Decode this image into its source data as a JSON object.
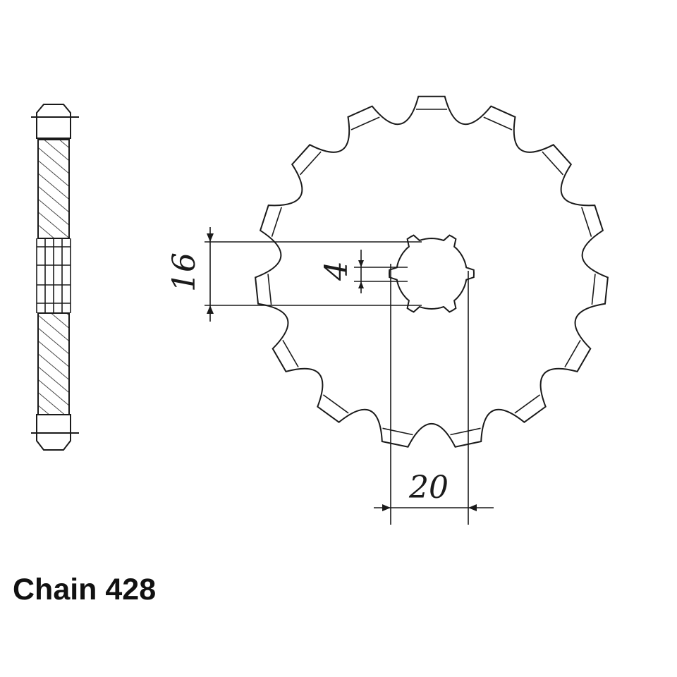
{
  "title": "Chain 428",
  "dimensions": {
    "spline_height": "16",
    "key_width": "4",
    "bore_diameter": "20"
  },
  "sprocket": {
    "teeth": 15
  },
  "colors": {
    "ink": "#1a1a1a",
    "background": "#ffffff"
  }
}
